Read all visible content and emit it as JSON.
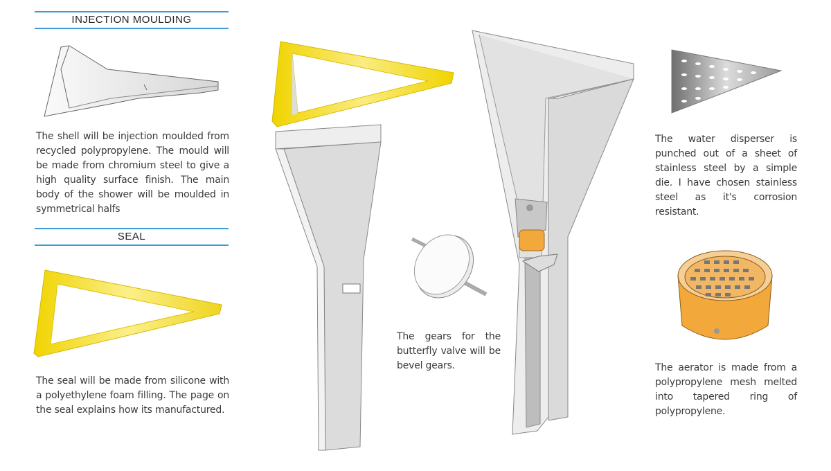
{
  "sections": {
    "injection": {
      "title": "INJECTION MOULDING",
      "text": "The shell will be injection moulded from recycled polypropylene. The mould will be made from chromium steel to give a high quality surface finish. The main body of the shower will be moulded in symmetrical halfs"
    },
    "seal": {
      "title": "SEAL",
      "text": "The seal will be made from silicone with a polyethylene foam filling. The page on the seal explains how its manufactured."
    },
    "gears": {
      "text": "The gears for the butterfly valve will be bevel gears."
    },
    "disperser": {
      "text": "The water disperser is punched out of a sheet of stainless steel by a simple die. I have chosen stainless steel as it's corrosion resistant."
    },
    "aerator": {
      "text": "The aerator is made from a polypropylene mesh melted into tapered ring of polypropylene."
    }
  },
  "colors": {
    "accent_line": "#3c9bd8",
    "seal_yellow": "#f2d820",
    "aerator_orange": "#f3a83b",
    "shell_grey": "#e4e4e4"
  }
}
